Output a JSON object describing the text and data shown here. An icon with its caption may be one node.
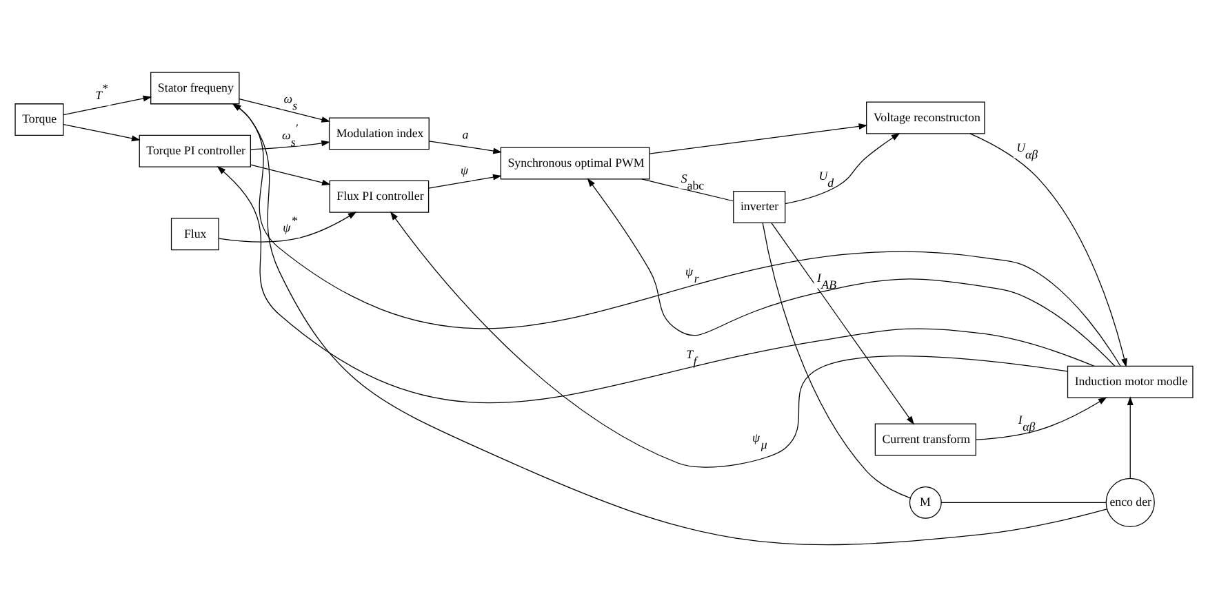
{
  "diagram": {
    "nodes": [
      {
        "text": [
          "Torque"
        ]
      },
      {
        "text": [
          "Stator frequeny"
        ]
      },
      {
        "text": [
          "Modulation index"
        ]
      },
      {
        "text": [
          "Synchronous optimal PWM"
        ]
      },
      {
        "text": [
          "inverter"
        ]
      },
      {
        "text": [
          "Torque PI controller"
        ]
      },
      {
        "text": [
          "Flux"
        ]
      },
      {
        "text": [
          "Flux PI controller"
        ]
      },
      {
        "text": [
          "Voltage reconstructon"
        ]
      },
      {
        "text": [
          "Induction motor modle"
        ]
      },
      {
        "text": [
          "Current transform"
        ]
      },
      {
        "text": [
          "M"
        ]
      },
      {
        "text": [
          "enco der"
        ]
      }
    ],
    "edges": [
      {
        "from": 0,
        "to": 1,
        "arrow": "to",
        "label": "*T*$^{*}$"
      },
      {
        "from": 0,
        "to": 5,
        "arrow": "to"
      },
      {
        "from": 12,
        "to": 1,
        "arrow": "to"
      },
      {
        "from": 9,
        "to": 1,
        "arrow": "to",
        "label": "*ψ$_{r}$*"
      },
      {
        "from": 9,
        "to": 5,
        "arrow": "to",
        "label": "*T$_{f}$*"
      },
      {
        "from": 1,
        "to": 2,
        "arrow": "to",
        "label": "*ω$_{s}$*"
      },
      {
        "from": 5,
        "to": 2,
        "arrow": "to",
        "label": "*ω$_{s}$$^{'}$*"
      },
      {
        "from": 5,
        "to": 7,
        "arrow": "to"
      },
      {
        "from": 2,
        "to": 3,
        "arrow": "to",
        "label": "*a*"
      },
      {
        "from": 7,
        "to": 3,
        "arrow": "to",
        "label": "*ψ*"
      },
      {
        "from": 9,
        "to": 3,
        "arrow": "to"
      },
      {
        "from": 9,
        "to": 7,
        "arrow": "to",
        "label": "*ψ$_{μ}$*"
      },
      {
        "from": 6,
        "to": 7,
        "arrow": "to",
        "label": "*ψ*$^{*}$"
      },
      {
        "from": 3,
        "to": 4,
        "arrow": "none",
        "label": "*S*$_{abc}$"
      },
      {
        "from": 3,
        "to": 8,
        "arrow": "to"
      },
      {
        "from": 4,
        "to": 8,
        "arrow": "to",
        "label": "*U$_{d}$*"
      },
      {
        "from": 8,
        "to": 9,
        "arrow": "to",
        "label": "*U$_{αβ}$*"
      },
      {
        "from": 4,
        "to": 11,
        "arrow": "none"
      },
      {
        "from": 4,
        "to": 10,
        "arrow": "to",
        "label": "*I$_{AB}$*"
      },
      {
        "from": 10,
        "to": 9,
        "arrow": "to",
        "label": "*I$_{αβ}$*"
      },
      {
        "from": 11,
        "to": 12,
        "arrow": "none"
      },
      {
        "from": 12,
        "to": 9,
        "arrow": "to"
      }
    ]
  }
}
